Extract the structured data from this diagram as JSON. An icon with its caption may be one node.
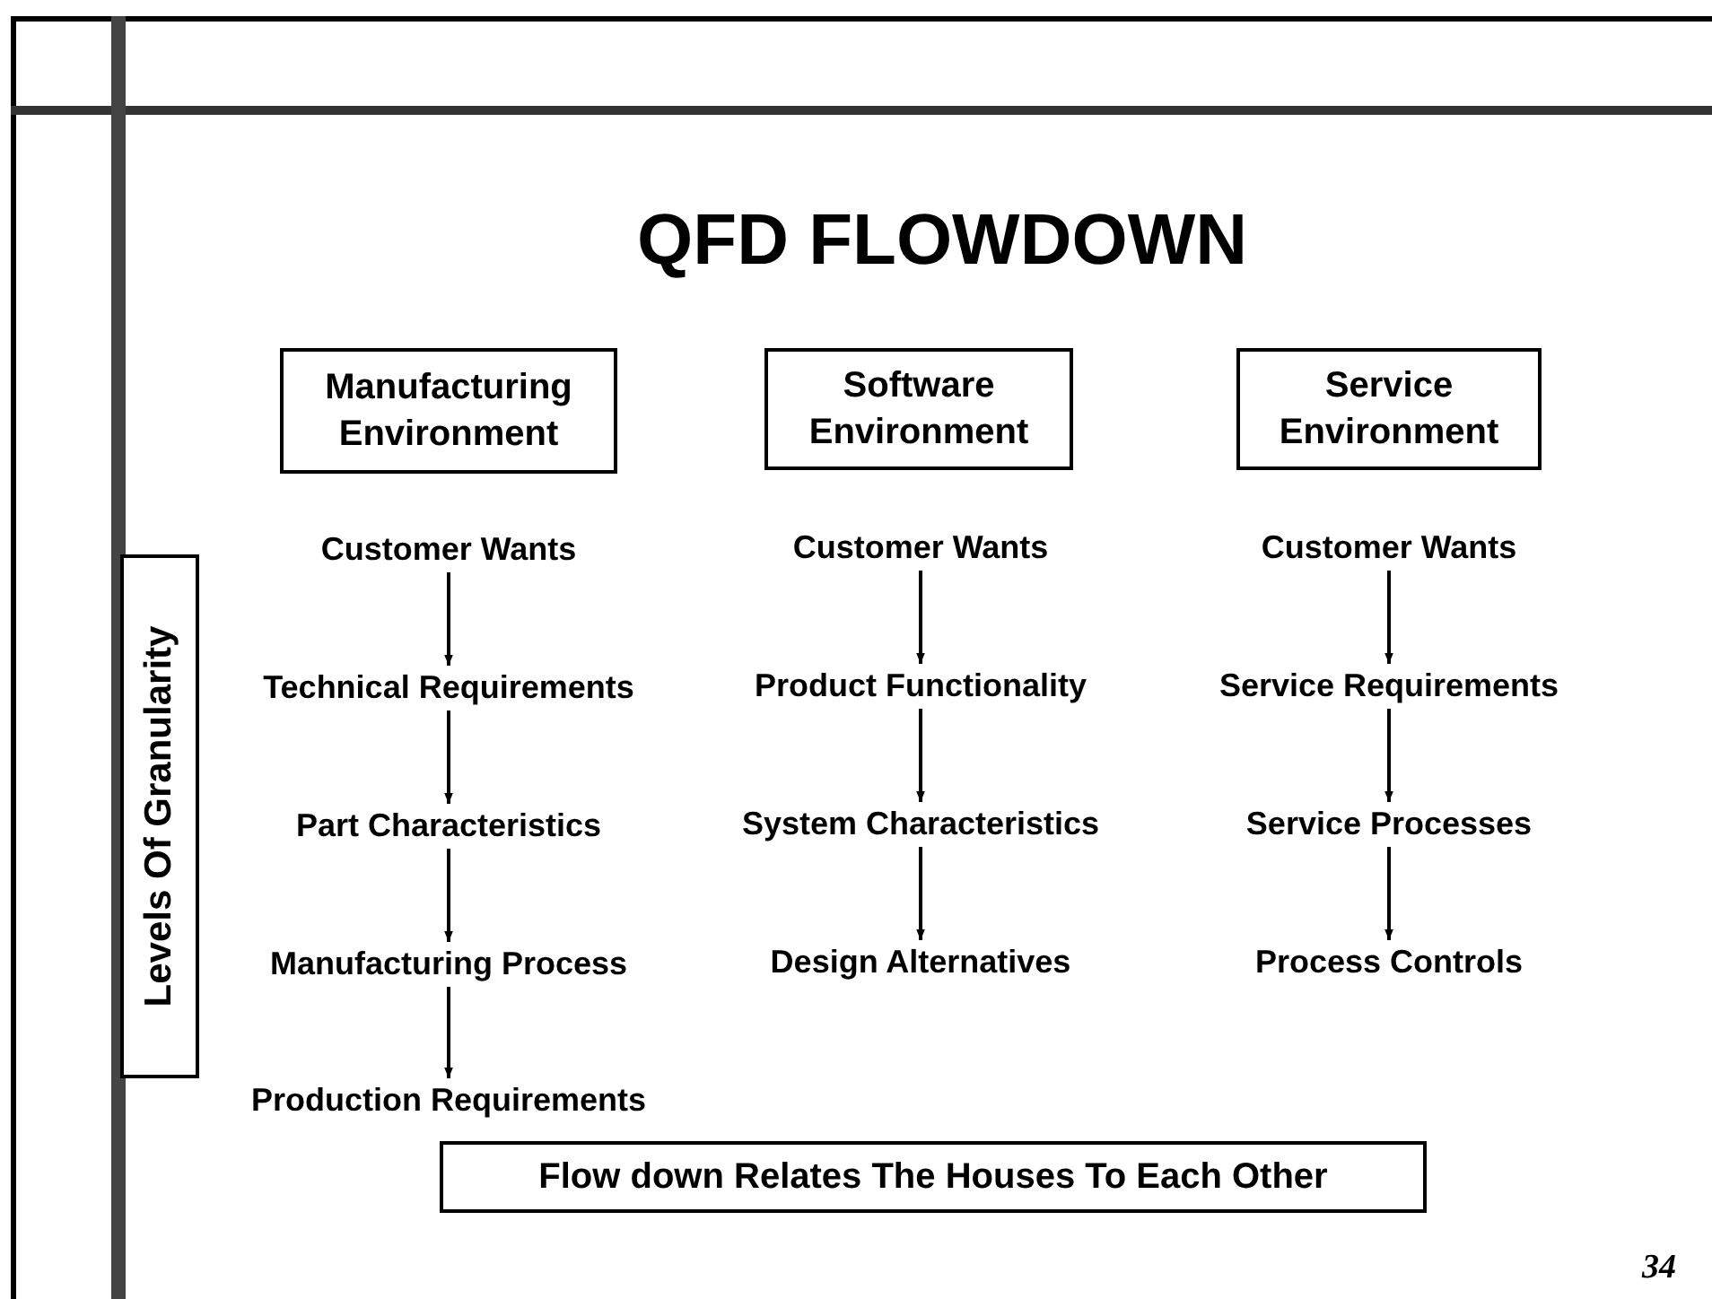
{
  "diagram": {
    "title": "QFD FLOWDOWN",
    "nodes": [
      {
        "text": [
          "Manufacturing Environment"
        ]
      },
      {
        "text": [
          "Software Environment"
        ]
      },
      {
        "text": [
          "Service Environment"
        ]
      },
      {
        "text": [
          "Customer Wants"
        ]
      },
      {
        "text": [
          "Technical Requirements"
        ]
      },
      {
        "text": [
          "Part Characteristics"
        ]
      },
      {
        "text": [
          "Manufacturing Process"
        ]
      },
      {
        "text": [
          "Production Requirements"
        ]
      },
      {
        "text": [
          "Customer Wants"
        ]
      },
      {
        "text": [
          "Product Functionality"
        ]
      },
      {
        "text": [
          "System Characteristics"
        ]
      },
      {
        "text": [
          "Design Alternatives"
        ]
      },
      {
        "text": [
          "Customer Wants"
        ]
      },
      {
        "text": [
          "Service Requirements"
        ]
      },
      {
        "text": [
          "Service Processes"
        ]
      },
      {
        "text": [
          "Process Controls"
        ]
      },
      {
        "text": [
          "Levels Of Granularity"
        ]
      },
      {
        "text": [
          "Flow down Relates The Houses To Each Other"
        ]
      }
    ],
    "edges": [
      {
        "from": 3,
        "to": 4,
        "arrow": "to"
      },
      {
        "from": 4,
        "to": 5,
        "arrow": "to"
      },
      {
        "from": 5,
        "to": 6,
        "arrow": "to"
      },
      {
        "from": 6,
        "to": 7,
        "arrow": "to"
      },
      {
        "from": 8,
        "to": 9,
        "arrow": "to"
      },
      {
        "from": 9,
        "to": 10,
        "arrow": "to"
      },
      {
        "from": 10,
        "to": 11,
        "arrow": "to"
      },
      {
        "from": 12,
        "to": 13,
        "arrow": "to"
      },
      {
        "from": 13,
        "to": 14,
        "arrow": "to"
      },
      {
        "from": 14,
        "to": 15,
        "arrow": "to"
      }
    ],
    "labels": [
      "34"
    ]
  }
}
